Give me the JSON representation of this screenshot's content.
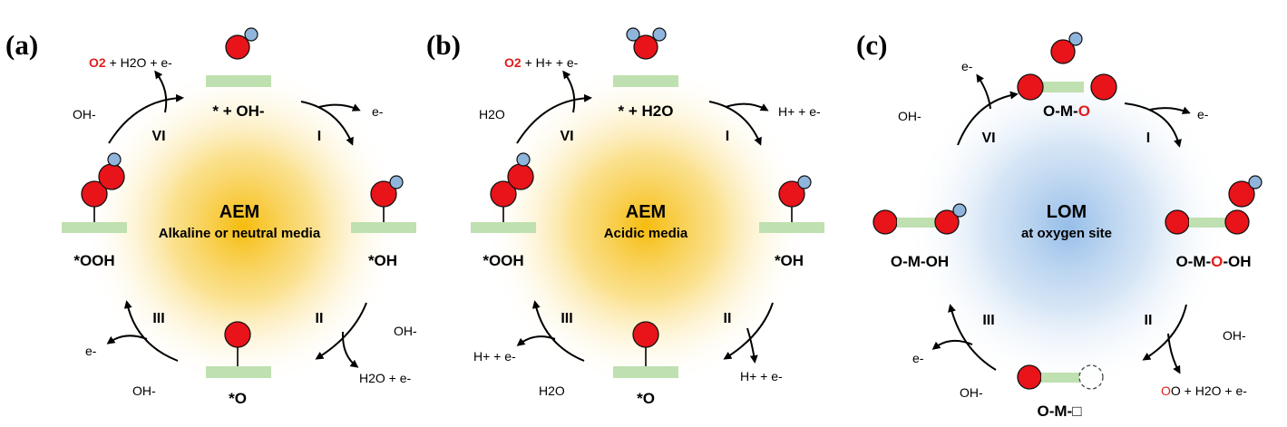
{
  "panels": [
    {
      "label": "(a)",
      "title": "AEM",
      "subtitle": "Alkaline or neutral media",
      "states": {
        "top": "* + OH-",
        "right": "*OH",
        "bottom": "*O",
        "left": "*OOH"
      },
      "steps": [
        "I",
        "II",
        "III",
        "VI"
      ],
      "species": {
        "step1_out": "e-",
        "step2_in": "OH-",
        "step2_out": "H2O + e-",
        "step3_in": "OH-",
        "step3_out": "e-",
        "step6_in": "OH-",
        "step6_out_o2": "O2",
        "step6_out_rest": " + H2O + e-"
      }
    },
    {
      "label": "(b)",
      "title": "AEM",
      "subtitle": "Acidic media",
      "states": {
        "top": "* + H2O",
        "right": "*OH",
        "bottom": "*O",
        "left": "*OOH"
      },
      "steps": [
        "I",
        "II",
        "III",
        "VI"
      ],
      "species": {
        "step1_out": "H+ + e-",
        "step2_out": "H+ + e-",
        "step3_in": "H2O",
        "step3_out": "H+ + e-",
        "step6_in": "H2O",
        "step6_out_o2": "O2",
        "step6_out_rest": " + H+ + e-"
      }
    },
    {
      "label": "(c)",
      "title": "LOM",
      "subtitle": "at oxygen site",
      "states": {
        "top_prefix": "O-M-",
        "top_red": "O",
        "right_prefix": "O-M-",
        "right_red": "O",
        "right_suffix": "-OH",
        "bottom": "O-M-□",
        "left": "O-M-OH"
      },
      "steps": [
        "I",
        "II",
        "III",
        "VI"
      ],
      "species": {
        "step1_out": "e-",
        "step2_in": "OH-",
        "step2_out_red": "O",
        "step2_out_rest": "O + H2O + e-",
        "step3_in": "OH-",
        "step3_out": "e-",
        "step6_in": "OH-",
        "step6_out": "e-"
      }
    }
  ],
  "colors": {
    "aem_glow": "#f5b800",
    "lom_glow": "#8ab6e6",
    "oxygen": "#e8141a",
    "hydrogen": "#8fb5dc",
    "surface": "#bfe0b0",
    "highlight_text": "#e01e1e"
  }
}
